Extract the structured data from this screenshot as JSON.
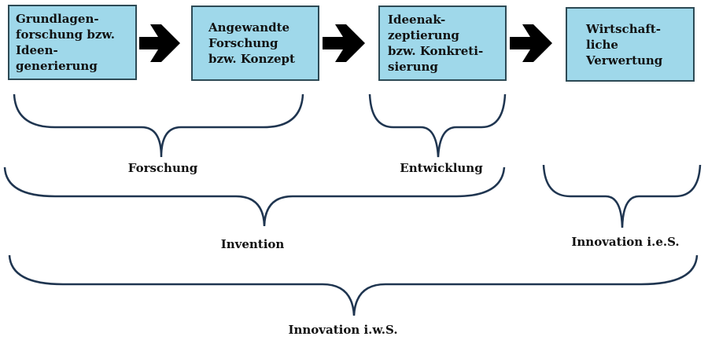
{
  "steps": [
    {
      "label": "Grundlagen-\nforschung bzw.\nIdeen-\ngenerierung"
    },
    {
      "label": "Angewandte\nForschung\nbzw. Konzept"
    },
    {
      "label": "Ideenak-\nzeptierung\nbzw. Konkreti-\nsierung"
    },
    {
      "label": "Wirtschaft-\nliche\nVerwertung"
    }
  ],
  "groups": {
    "forschung": "Forschung",
    "entwicklung": "Entwicklung",
    "invention": "Invention",
    "innovation_ies": "Innovation i.e.S.",
    "innovation_iws": "Innovation i.w.S."
  },
  "colors": {
    "box": "#9fd8ea",
    "brace": "#1f3550",
    "arrow": "#000000"
  }
}
